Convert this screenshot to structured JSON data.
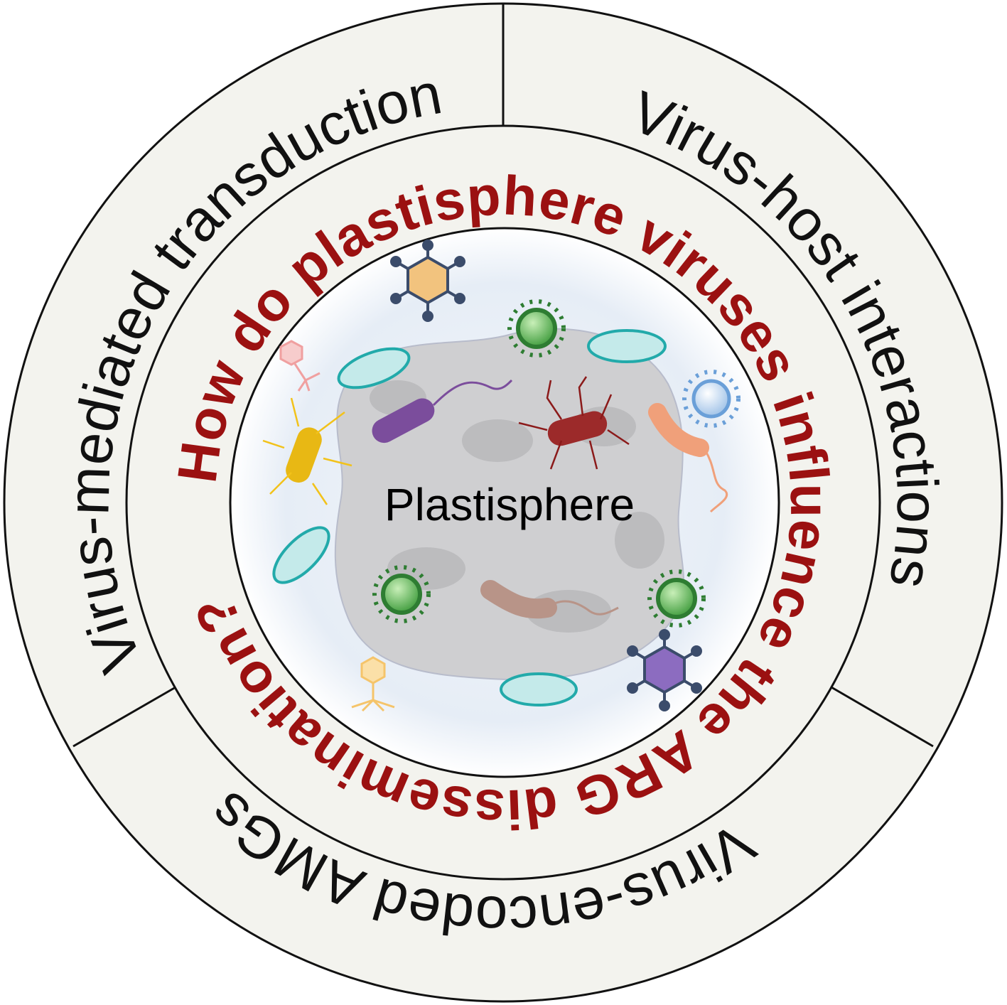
{
  "outer_ring": {
    "segments": [
      {
        "label": "Virus-mediated transduction"
      },
      {
        "label": "Virus-host interactions"
      },
      {
        "label": "Virus-encoded AMGs"
      }
    ]
  },
  "question": "How do plastisphere viruses influence the ARG dissemination?",
  "center_label": "Plastisphere",
  "colors": {
    "ring_fill": "#f3f3ee",
    "question_red": "#9b1111",
    "inner_fill": "#dfe8f4",
    "plastic_gray": "#c9c9cb",
    "plasmid_teal": "#22aaaa"
  },
  "icons": [
    "phage-icon",
    "virus-capsid-icon",
    "coccus-icon",
    "rod-bacterium-icon",
    "flagellated-bacterium-icon",
    "plasmid-icon"
  ]
}
